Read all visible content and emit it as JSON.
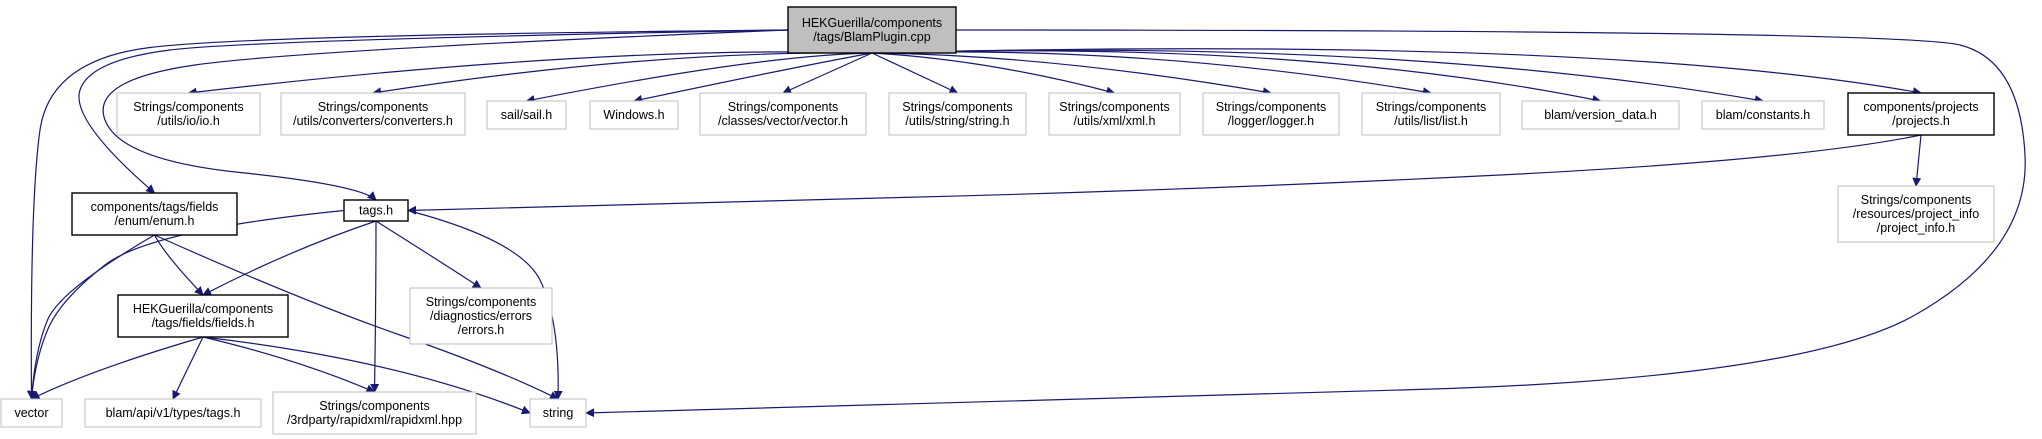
{
  "colors": {
    "edge": "#191970",
    "root_fill": "#bfbfbf",
    "node_border": "#000000",
    "external_border": "#bfbfbf"
  },
  "nodes": [
    {
      "id": "root",
      "lines": [
        "HEKGuerilla/components",
        "/tags/BlamPlugin.cpp"
      ],
      "style": "root"
    },
    {
      "id": "io",
      "lines": [
        "Strings/components",
        "/utils/io/io.h"
      ],
      "style": "external"
    },
    {
      "id": "converters",
      "lines": [
        "Strings/components",
        "/utils/converters/converters.h"
      ],
      "style": "external"
    },
    {
      "id": "sail",
      "lines": [
        "sail/sail.h"
      ],
      "style": "external"
    },
    {
      "id": "windows",
      "lines": [
        "Windows.h"
      ],
      "style": "external"
    },
    {
      "id": "vectorh",
      "lines": [
        "Strings/components",
        "/classes/vector/vector.h"
      ],
      "style": "external"
    },
    {
      "id": "stringh",
      "lines": [
        "Strings/components",
        "/utils/string/string.h"
      ],
      "style": "external"
    },
    {
      "id": "xml",
      "lines": [
        "Strings/components",
        "/utils/xml/xml.h"
      ],
      "style": "external"
    },
    {
      "id": "logger",
      "lines": [
        "Strings/components",
        "/logger/logger.h"
      ],
      "style": "external"
    },
    {
      "id": "list",
      "lines": [
        "Strings/components",
        "/utils/list/list.h"
      ],
      "style": "external"
    },
    {
      "id": "version",
      "lines": [
        "blam/version_data.h"
      ],
      "style": "external"
    },
    {
      "id": "constants",
      "lines": [
        "blam/constants.h"
      ],
      "style": "external"
    },
    {
      "id": "projects",
      "lines": [
        "components/projects",
        "/projects.h"
      ],
      "style": "internal"
    },
    {
      "id": "enumh",
      "lines": [
        "components/tags/fields",
        "/enum/enum.h"
      ],
      "style": "internal"
    },
    {
      "id": "tagsh",
      "lines": [
        "tags.h"
      ],
      "style": "internal"
    },
    {
      "id": "projinfo",
      "lines": [
        "Strings/components",
        "/resources/project_info",
        "/project_info.h"
      ],
      "style": "external"
    },
    {
      "id": "fields",
      "lines": [
        "HEKGuerilla/components",
        "/tags/fields/fields.h"
      ],
      "style": "internal"
    },
    {
      "id": "errors",
      "lines": [
        "Strings/components",
        "/diagnostics/errors",
        "/errors.h"
      ],
      "style": "external"
    },
    {
      "id": "vector",
      "lines": [
        "vector"
      ],
      "style": "external"
    },
    {
      "id": "apitags",
      "lines": [
        "blam/api/v1/types/tags.h"
      ],
      "style": "external"
    },
    {
      "id": "rapidxml",
      "lines": [
        "Strings/components",
        "/3rdparty/rapidxml/rapidxml.hpp"
      ],
      "style": "external"
    },
    {
      "id": "string",
      "lines": [
        "string"
      ],
      "style": "external"
    }
  ],
  "edges": [
    [
      "root",
      "io"
    ],
    [
      "root",
      "converters"
    ],
    [
      "root",
      "sail"
    ],
    [
      "root",
      "windows"
    ],
    [
      "root",
      "vectorh"
    ],
    [
      "root",
      "stringh"
    ],
    [
      "root",
      "xml"
    ],
    [
      "root",
      "logger"
    ],
    [
      "root",
      "list"
    ],
    [
      "root",
      "version"
    ],
    [
      "root",
      "constants"
    ],
    [
      "root",
      "projects"
    ],
    [
      "root",
      "enumh"
    ],
    [
      "root",
      "tagsh"
    ],
    [
      "root",
      "vector"
    ],
    [
      "root",
      "string"
    ],
    [
      "projects",
      "tagsh"
    ],
    [
      "projects",
      "projinfo"
    ],
    [
      "enumh",
      "fields"
    ],
    [
      "enumh",
      "vector"
    ],
    [
      "enumh",
      "string"
    ],
    [
      "tagsh",
      "fields"
    ],
    [
      "tagsh",
      "errors"
    ],
    [
      "tagsh",
      "rapidxml"
    ],
    [
      "tagsh",
      "vector"
    ],
    [
      "tagsh",
      "string"
    ],
    [
      "fields",
      "vector"
    ],
    [
      "fields",
      "apitags"
    ],
    [
      "fields",
      "rapidxml"
    ],
    [
      "fields",
      "string"
    ]
  ]
}
